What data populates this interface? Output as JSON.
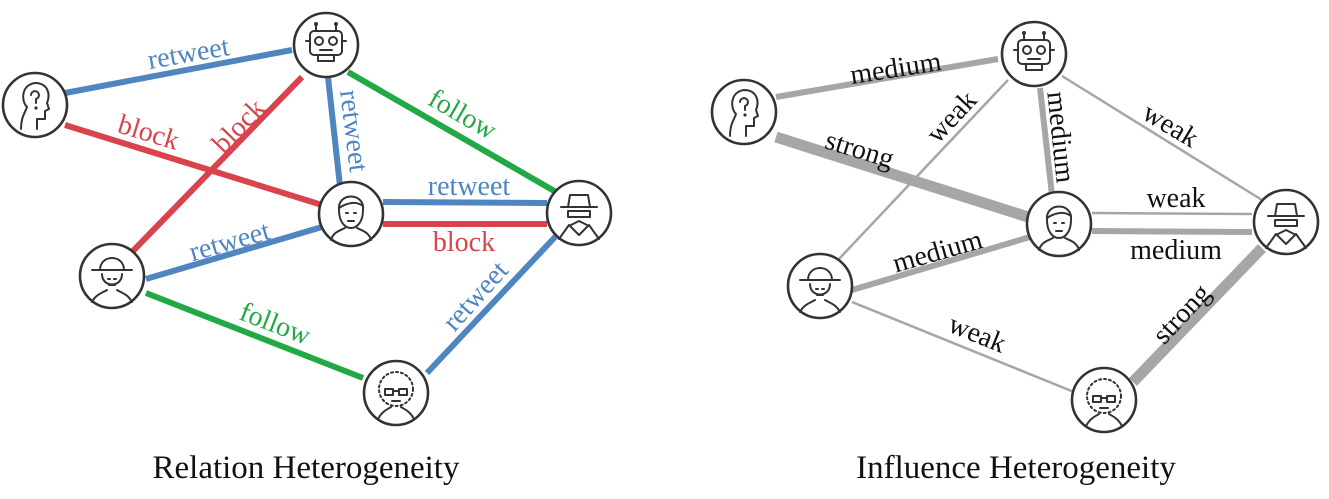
{
  "captions": {
    "left": "Relation Heterogeneity",
    "right": "Influence Heterogeneity"
  },
  "colors": {
    "retweet": "#4f86c0",
    "block": "#d9434b",
    "follow": "#22a845",
    "influence": "#a6a6a6",
    "node_stroke": "#333333"
  },
  "relation_edges": [
    {
      "from": "unknown-user",
      "to": "bot",
      "label": "retweet",
      "kind": "retweet"
    },
    {
      "from": "unknown-user",
      "to": "normal-user",
      "label": "block",
      "kind": "block"
    },
    {
      "from": "hat-user",
      "to": "bot",
      "label": "block",
      "kind": "block"
    },
    {
      "from": "bot",
      "to": "normal-user",
      "label": "retweet",
      "kind": "retweet"
    },
    {
      "from": "bot",
      "to": "spy-user",
      "label": "follow",
      "kind": "follow"
    },
    {
      "from": "normal-user",
      "to": "spy-user",
      "label": "retweet",
      "kind": "retweet"
    },
    {
      "from": "normal-user",
      "to": "spy-user",
      "label": "block",
      "kind": "block"
    },
    {
      "from": "hat-user",
      "to": "normal-user",
      "label": "retweet",
      "kind": "retweet"
    },
    {
      "from": "hat-user",
      "to": "glasses-user",
      "label": "follow",
      "kind": "follow"
    },
    {
      "from": "glasses-user",
      "to": "spy-user",
      "label": "retweet",
      "kind": "retweet"
    }
  ],
  "influence_edges": [
    {
      "from": "unknown-user",
      "to": "bot",
      "label": "medium",
      "strength": "medium"
    },
    {
      "from": "unknown-user",
      "to": "normal-user",
      "label": "strong",
      "strength": "strong"
    },
    {
      "from": "hat-user",
      "to": "bot",
      "label": "weak",
      "strength": "weak"
    },
    {
      "from": "bot",
      "to": "normal-user",
      "label": "medium",
      "strength": "medium"
    },
    {
      "from": "bot",
      "to": "spy-user",
      "label": "weak",
      "strength": "weak"
    },
    {
      "from": "normal-user",
      "to": "spy-user",
      "label": "weak",
      "strength": "weak"
    },
    {
      "from": "normal-user",
      "to": "spy-user",
      "label": "medium",
      "strength": "medium"
    },
    {
      "from": "hat-user",
      "to": "normal-user",
      "label": "medium",
      "strength": "medium"
    },
    {
      "from": "hat-user",
      "to": "glasses-user",
      "label": "weak",
      "strength": "weak"
    },
    {
      "from": "glasses-user",
      "to": "spy-user",
      "label": "strong",
      "strength": "strong"
    }
  ],
  "node_icons": [
    "unknown-user-icon",
    "bot-icon",
    "normal-user-icon",
    "spy-user-icon",
    "hat-user-icon",
    "glasses-user-icon"
  ]
}
